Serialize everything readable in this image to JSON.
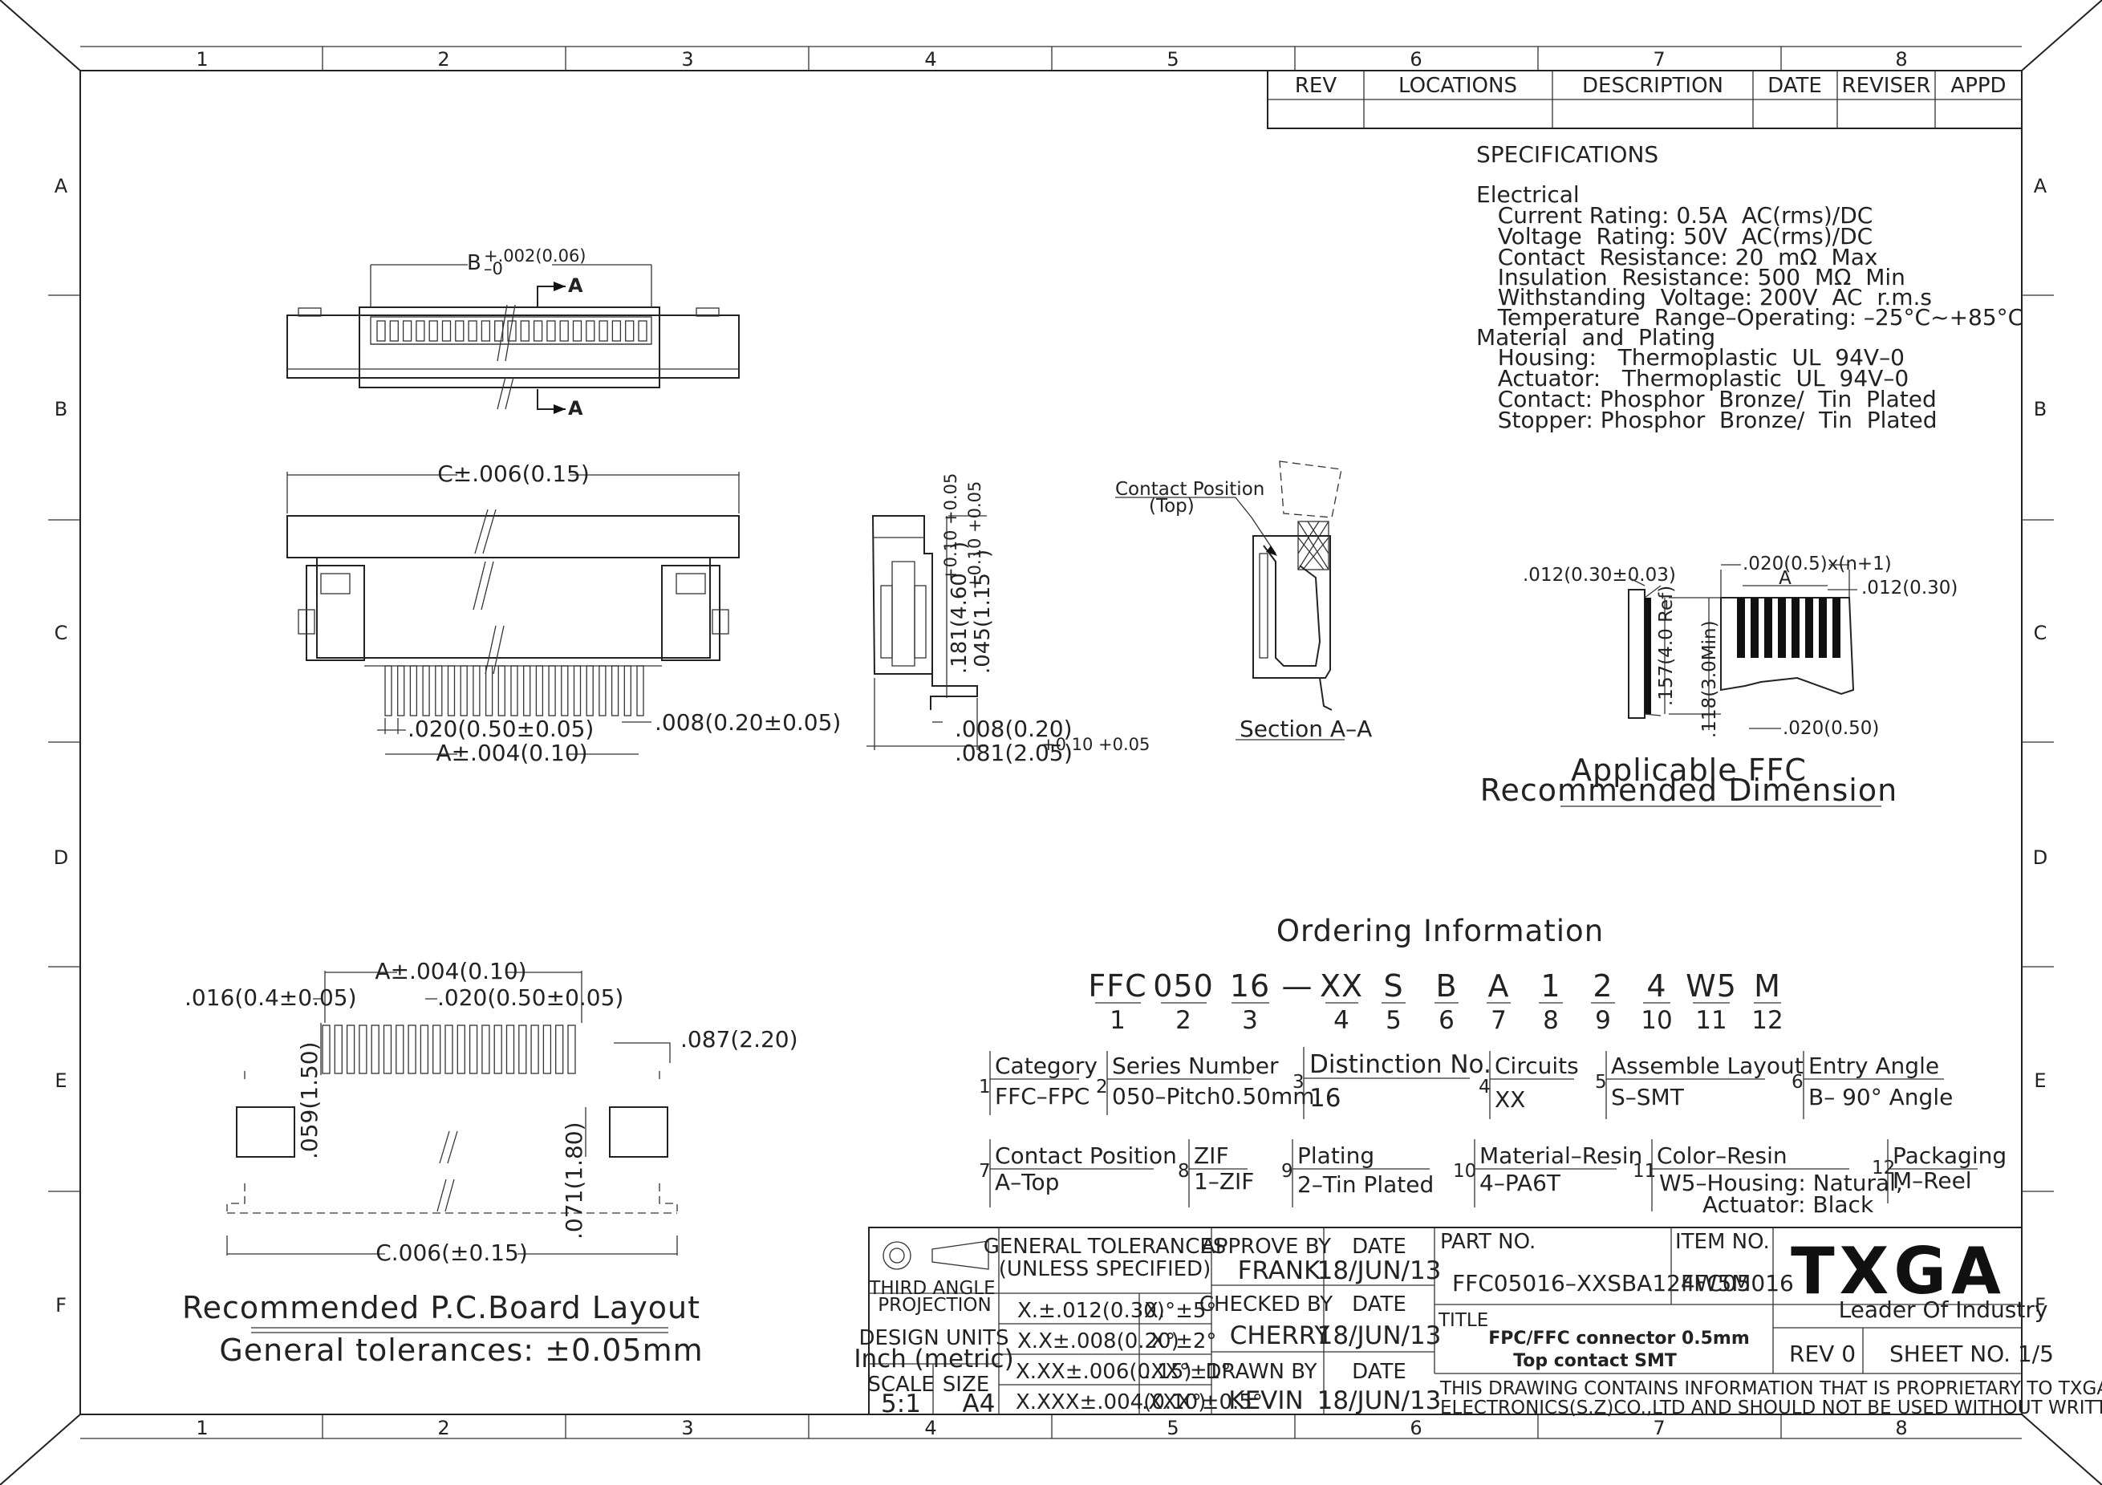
{
  "border": {
    "columns": [
      "1",
      "2",
      "3",
      "4",
      "5",
      "6",
      "7",
      "8"
    ],
    "rows": [
      "A",
      "B",
      "C",
      "D",
      "E",
      "F"
    ]
  },
  "revision_table": {
    "headers": [
      "REV",
      "LOCATIONS",
      "DESCRIPTION",
      "DATE",
      "REVISER",
      "APPD"
    ]
  },
  "specifications": {
    "title": "SPECIFICATIONS",
    "lines": [
      "Electrical",
      "   Current Rating: 0.5A  AC(rms)/DC",
      "   Voltage  Rating: 50V  AC(rms)/DC",
      "   Contact  Resistance: 20  mΩ  Max",
      "   Insulation  Resistance: 500  MΩ  Min",
      "   Withstanding  Voltage: 200V  AC  r.m.s",
      "   Temperature  Range–Operating: –25°C~+85°C",
      "Material  and  Plating",
      "   Housing:   Thermoplastic  UL  94V–0",
      "   Actuator:   Thermoplastic  UL  94V–0",
      "   Contact: Phosphor  Bronze/  Tin  Plated",
      "   Stopper: Phosphor  Bronze/  Tin  Plated"
    ]
  },
  "top_view": {
    "dim_b": "B",
    "dim_b_tol_top": "+.002(0.06)",
    "dim_b_tol_bottom": "–0",
    "section_mark": "A"
  },
  "front_view": {
    "dim_c": "C±.006(0.15)",
    "dim_pitch": ".020(0.50±0.05)",
    "dim_width": ".008(0.20±0.05)",
    "dim_a": "A±.004(0.10)"
  },
  "side_view": {
    "dim_height": ".181(4.60",
    "dim_height_tol": "+0.10 +0.05",
    "dim_height_end": ")",
    "dim_depth": ".045(1.15",
    "dim_depth_tol": "+0.10 +0.05",
    "dim_depth_end": ")",
    "dim_tail": ".008(0.20)",
    "dim_length": ".081(2.05",
    "dim_length_tol": "+0.10 +0.05",
    "dim_length_end": ")"
  },
  "section_view": {
    "contact_label_1": "Contact  Position",
    "contact_label_2": "(Top)",
    "caption": "Section  A–A"
  },
  "ffc": {
    "dim_thickness": ".012(0.30±0.03)",
    "dim_pitch_n": ".020(0.5)x(n+1)",
    "dim_a": "A",
    "dim_cond": ".012(0.30)",
    "dim_length": ".157(4.0 Ref)",
    "dim_min": ".118(3.0Min)",
    "dim_cond_w": ".020(0.50)",
    "title_1": "Applicable  FFC",
    "title_2": "Recommended  Dimension"
  },
  "pcb": {
    "dim_a": "A±.004(0.10)",
    "dim_pad_w": ".016(0.4±0.05)",
    "dim_pitch": ".020(0.50±0.05)",
    "dim_mount": ".087(2.20)",
    "dim_pad_len": ".059(1.50)",
    "dim_mount_len": ".071(1.80)",
    "dim_c": "C.006(±0.15)",
    "title": "Recommended  P.C.Board  Layout",
    "tolerance": "General  tolerances:  ±0.05mm"
  },
  "ordering": {
    "title": "Ordering  Information",
    "codes": [
      "FFC",
      "050",
      "16",
      "—",
      "XX",
      "S",
      "B",
      "A",
      "1",
      "2",
      "4",
      "W5",
      "M"
    ],
    "indices": [
      "1",
      "2",
      "3",
      "4",
      "5",
      "6",
      "7",
      "8",
      "9",
      "10",
      "11",
      "12"
    ],
    "fields": [
      {
        "n": "1",
        "label": "Category",
        "value": "FFC–FPC",
        "value2": ""
      },
      {
        "n": "2",
        "label": "Series Number",
        "value": "050–Pitch0.50mm",
        "value2": ""
      },
      {
        "n": "3",
        "label": "Distinction  No.",
        "value": "16",
        "value2": ""
      },
      {
        "n": "4",
        "label": "Circuits",
        "value": "XX",
        "value2": ""
      },
      {
        "n": "5",
        "label": "Assemble  Layout",
        "value": "S–SMT",
        "value2": ""
      },
      {
        "n": "6",
        "label": "Entry  Angle",
        "value": "B–  90°  Angle",
        "value2": ""
      },
      {
        "n": "7",
        "label": "Contact  Position",
        "value": "A–Top",
        "value2": ""
      },
      {
        "n": "8",
        "label": "ZIF",
        "value": "1–ZIF",
        "value2": ""
      },
      {
        "n": "9",
        "label": "Plating",
        "value": "2–Tin  Plated",
        "value2": ""
      },
      {
        "n": "10",
        "label": "Material–Resin",
        "value": "4–PA6T",
        "value2": ""
      },
      {
        "n": "11",
        "label": "Color–Resin",
        "value": "W5–Housing: Natural,",
        "value2": "Actuator: Black"
      },
      {
        "n": "12",
        "label": "Packaging",
        "value": "M–Reel",
        "value2": ""
      }
    ]
  },
  "title_block": {
    "projection_1": "THIRD  ANGLE",
    "projection_2": "PROJECTION",
    "tol_title_1": "GENERAL  TOLERANCES",
    "tol_title_2": "(UNLESS  SPECIFIED)",
    "tol_rows": [
      [
        "X.±.012(0.30)",
        "X.°±5°"
      ],
      [
        "X.X±.008(0.20)",
        ".X°±2°"
      ],
      [
        "X.XX±.006(0.15)",
        ".XX°±1°"
      ],
      [
        "X.XXX±.004(0.10)",
        ".XXX°±0.5°"
      ]
    ],
    "design_units_1": "DESIGN  UNITS",
    "design_units_2": "Inch  (metric)",
    "scale_label": "SCALE",
    "scale_value": "5:1",
    "size_label": "SIZE",
    "size_value": "A4",
    "approve_label": "APPROVE BY",
    "approve_name": "FRANK",
    "checked_label": "CHECKED BY",
    "checked_name": "CHERRY",
    "drawn_label": "DRAWN  BY",
    "drawn_name": "KEVIN",
    "date_label": "DATE",
    "date_value": "18/JUN/13",
    "part_no_label": "PART  NO.",
    "part_no": "FFC05016–XXSBA124W5M",
    "item_no_label": "ITEM  NO.",
    "item_no": "FFC05016",
    "logo": "TXGA",
    "tagline": "Leader  Of  Industry",
    "title_label": "TITLE",
    "title_1": "FPC/FFC  connector  0.5mm",
    "title_2": "Top  contact   SMT",
    "rev": "REV  0",
    "sheet": "SHEET  NO.  1/5",
    "notice_1": "THIS  DRAWING  CONTAINS  INFORMATION  THAT  IS  PROPRIETARY  TO  TXGA  INDUSTRIAL",
    "notice_2": "ELECTRONICS(S.Z)CO.,LTD  AND  SHOULD  NOT  BE  USED  WITHOUT  WRITTEN  PERMISSION"
  }
}
